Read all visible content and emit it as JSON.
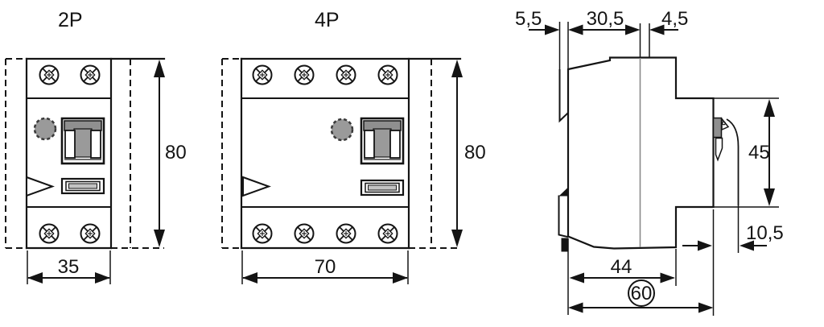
{
  "colors": {
    "line": "#141414",
    "gray_fill": "#9a9a9a",
    "light_strip": "#c2c2c2",
    "background": "#ffffff"
  },
  "views": {
    "front_2p": {
      "title": "2P",
      "height_mm": "80",
      "width_mm": "35"
    },
    "front_4p": {
      "title": "4P",
      "height_mm": "80",
      "width_mm": "70"
    },
    "side": {
      "clip_depth": "5,5",
      "upper_body_depth": "30,5",
      "handle_depth": "4,5",
      "front_height": "45",
      "terminal_protrusion": "10,5",
      "base_depth": "44",
      "total_depth": "60"
    }
  }
}
